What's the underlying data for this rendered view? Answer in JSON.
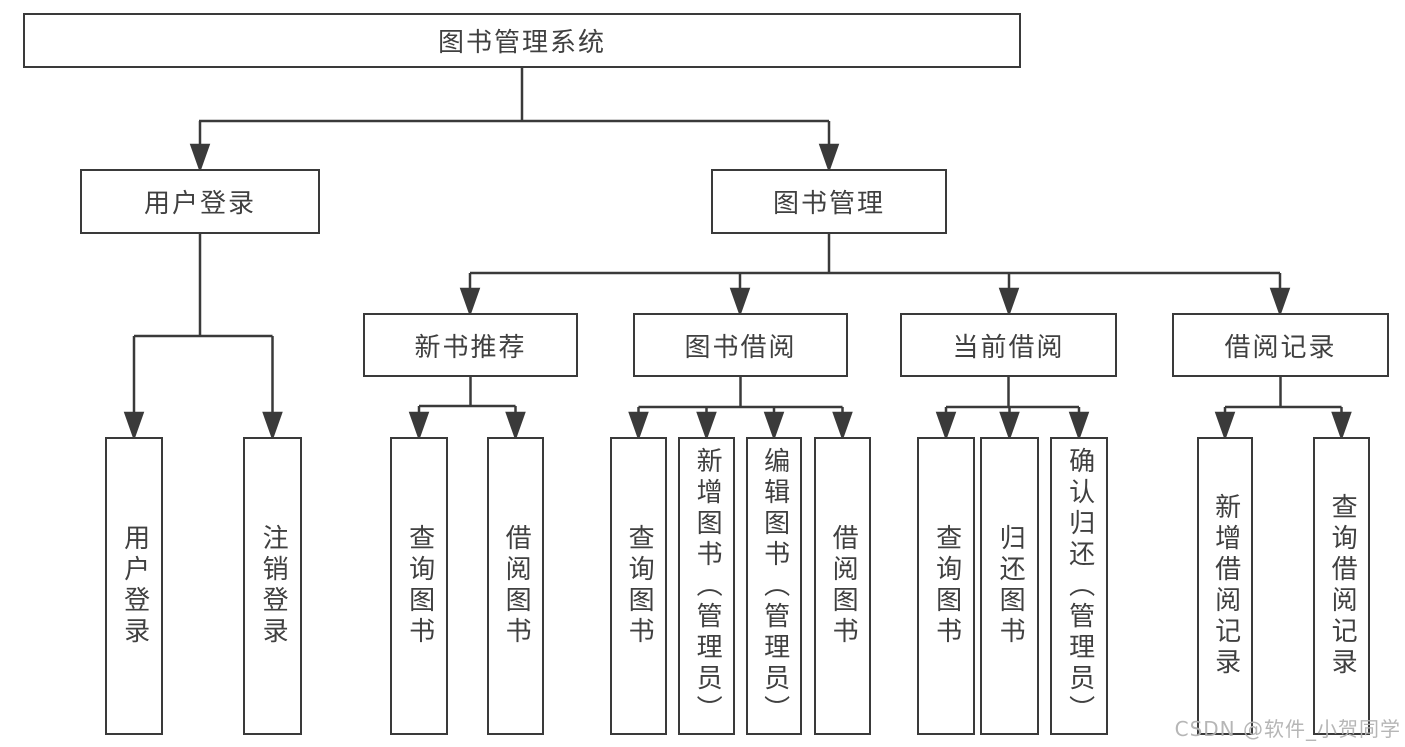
{
  "tree": {
    "label": "图书管理系统",
    "children": [
      {
        "label": "用户登录",
        "children": [
          {
            "label": "用户登录"
          },
          {
            "label": "注销登录"
          }
        ]
      },
      {
        "label": "图书管理",
        "children": [
          {
            "label": "新书推荐",
            "children": [
              {
                "label": "查询图书"
              },
              {
                "label": "借阅图书"
              }
            ]
          },
          {
            "label": "图书借阅",
            "children": [
              {
                "label": "查询图书"
              },
              {
                "label": "新增图书（管理员）"
              },
              {
                "label": "编辑图书（管理员）"
              },
              {
                "label": "借阅图书"
              }
            ]
          },
          {
            "label": "当前借阅",
            "children": [
              {
                "label": "查询图书"
              },
              {
                "label": "归还图书"
              },
              {
                "label": "确认归还（管理员）"
              }
            ]
          },
          {
            "label": "借阅记录",
            "children": [
              {
                "label": "新增借阅记录"
              },
              {
                "label": "查询借阅记录"
              }
            ]
          }
        ]
      }
    ]
  },
  "watermark": "CSDN @软件_小贺同学",
  "colors": {
    "line": "#3a3a3a",
    "box_border": "#3a3a3a",
    "text": "#404040",
    "watermark": "#b2b2b2",
    "background": "#ffffff"
  }
}
